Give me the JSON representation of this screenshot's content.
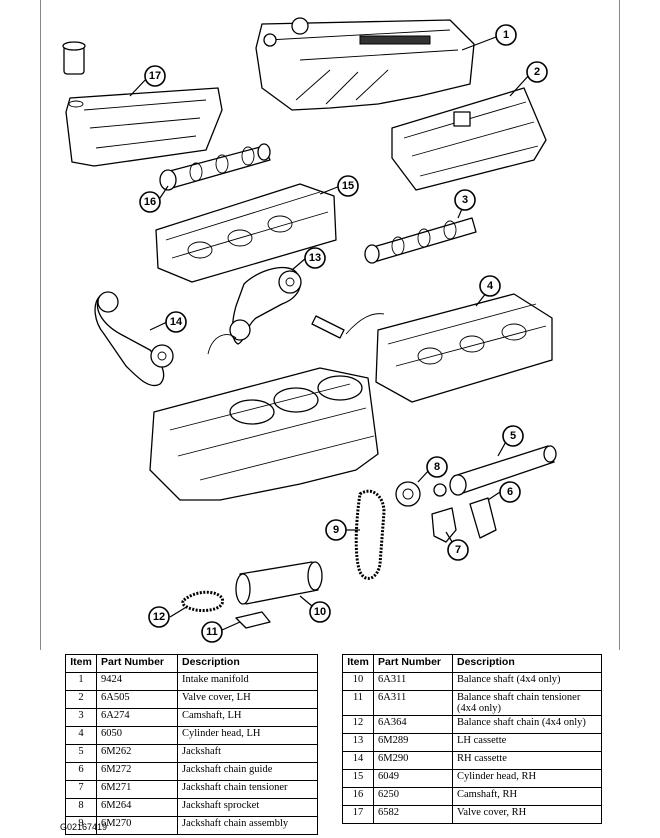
{
  "figure_id": "G02167419",
  "callouts": [
    "1",
    "2",
    "3",
    "4",
    "5",
    "6",
    "7",
    "8",
    "9",
    "10",
    "11",
    "12",
    "13",
    "14",
    "15",
    "16",
    "17"
  ],
  "table_headers": {
    "item": "Item",
    "part_number": "Part Number",
    "description": "Description"
  },
  "parts_left": [
    {
      "item": "1",
      "part": "9424",
      "desc": "Intake manifold"
    },
    {
      "item": "2",
      "part": "6A505",
      "desc": "Valve cover, LH"
    },
    {
      "item": "3",
      "part": "6A274",
      "desc": "Camshaft, LH"
    },
    {
      "item": "4",
      "part": "6050",
      "desc": "Cylinder head, LH"
    },
    {
      "item": "5",
      "part": "6M262",
      "desc": "Jackshaft"
    },
    {
      "item": "6",
      "part": "6M272",
      "desc": "Jackshaft chain guide"
    },
    {
      "item": "7",
      "part": "6M271",
      "desc": "Jackshaft chain tensioner"
    },
    {
      "item": "8",
      "part": "6M264",
      "desc": "Jackshaft sprocket"
    },
    {
      "item": "9",
      "part": "6M270",
      "desc": "Jackshaft chain assembly"
    }
  ],
  "parts_right": [
    {
      "item": "10",
      "part": "6A311",
      "desc": "Balance shaft (4x4 only)"
    },
    {
      "item": "11",
      "part": "6A311",
      "desc": "Balance shaft chain tensioner (4x4 only)"
    },
    {
      "item": "12",
      "part": "6A364",
      "desc": "Balance shaft chain (4x4 only)"
    },
    {
      "item": "13",
      "part": "6M289",
      "desc": "LH cassette"
    },
    {
      "item": "14",
      "part": "6M290",
      "desc": "RH cassette"
    },
    {
      "item": "15",
      "part": "6049",
      "desc": "Cylinder head, RH"
    },
    {
      "item": "16",
      "part": "6250",
      "desc": "Camshaft, RH"
    },
    {
      "item": "17",
      "part": "6582",
      "desc": "Valve cover, RH"
    }
  ]
}
